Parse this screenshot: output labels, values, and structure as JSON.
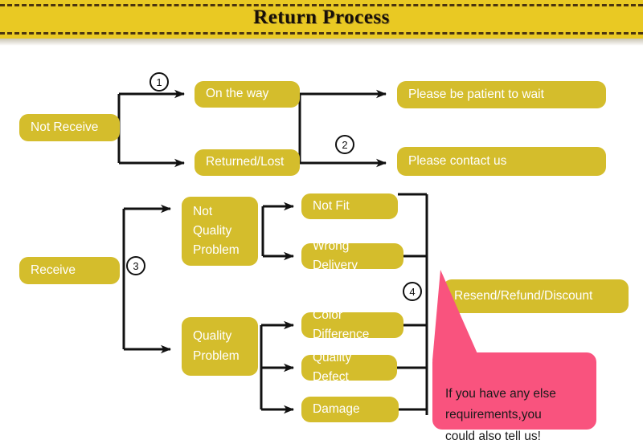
{
  "header": {
    "title": "Return Process",
    "banner_color": "#e9c923",
    "dash_color": "#4a3410"
  },
  "theme": {
    "node_color": "#d4bd2c",
    "node_text_color": "#ffffff",
    "callout_color": "#f9537e",
    "wire_color": "#111111"
  },
  "flow": {
    "roots": [
      {
        "id": "not-receive",
        "label": "Not Receive"
      },
      {
        "id": "receive",
        "label": "Receive"
      }
    ],
    "stages": [
      {
        "id": "on-the-way",
        "label": "On the way"
      },
      {
        "id": "returned-lost",
        "label": "Returned/Lost"
      },
      {
        "id": "not-quality-problem",
        "label": "Not\nQuality\nProblem"
      },
      {
        "id": "quality-problem",
        "label": "Quality\nProblem"
      }
    ],
    "reasons": [
      {
        "id": "not-fit",
        "label": "Not Fit"
      },
      {
        "id": "wrong-delivery",
        "label": "Wrong Delivery"
      },
      {
        "id": "color-difference",
        "label": "Color Difference"
      },
      {
        "id": "quality-defect",
        "label": "Quality Defect"
      },
      {
        "id": "damage",
        "label": "Damage"
      }
    ],
    "outcomes": [
      {
        "id": "please-be-patient",
        "label": "Please be patient to wait"
      },
      {
        "id": "please-contact-us",
        "label": "Please contact us"
      },
      {
        "id": "resend-refund-discount",
        "label": "Resend/Refund/Discount"
      }
    ],
    "steps": [
      {
        "id": "step-1",
        "label": "1"
      },
      {
        "id": "step-2",
        "label": "2"
      },
      {
        "id": "step-3",
        "label": "3"
      },
      {
        "id": "step-4",
        "label": "4"
      }
    ]
  },
  "callout": {
    "text": "If you have any else\nrequirements,you\ncould also tell us!"
  }
}
